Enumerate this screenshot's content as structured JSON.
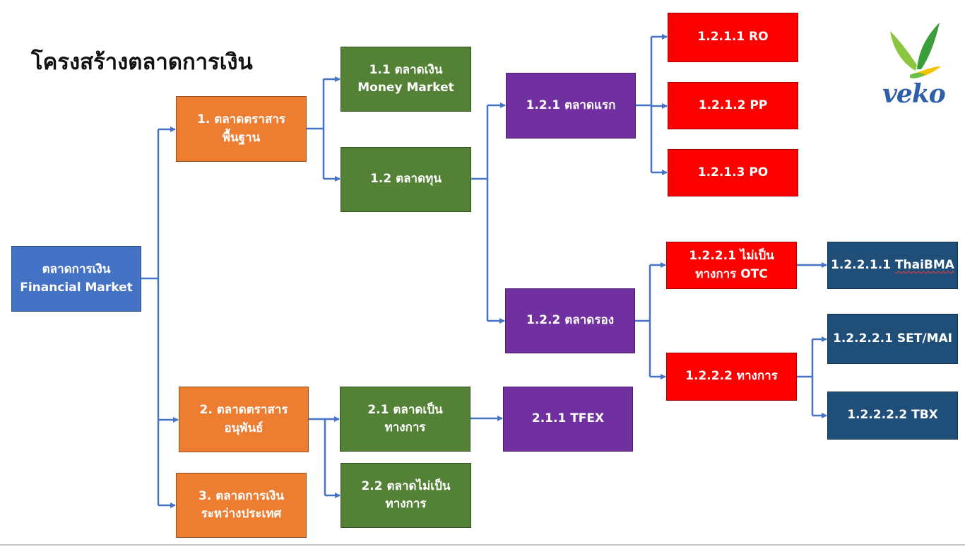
{
  "title": "โครงสร้างตลาดการเงิน",
  "logo_text": "veko",
  "colors": {
    "connector": "#4472C4",
    "orange": "#ED7D31",
    "green": "#538135",
    "purple": "#7030A0",
    "red": "#FF0000",
    "navy": "#1F4E79",
    "blue": "#4472C4"
  },
  "nodes": {
    "root": {
      "lines": [
        "ตลาดการเงิน",
        "Financial Market"
      ]
    },
    "n1": {
      "lines": [
        "1. ตลาดตราสาร",
        "พื้นฐาน"
      ]
    },
    "n2": {
      "lines": [
        "2. ตลาดตราสาร",
        "อนุพันธ์"
      ]
    },
    "n3": {
      "lines": [
        "3. ตลาดการเงิน",
        "ระหว่างประเทศ"
      ]
    },
    "n11": {
      "lines": [
        "1.1 ตลาดเงิน",
        "Money Market"
      ]
    },
    "n12": {
      "lines": [
        "1.2 ตลาดทุน"
      ]
    },
    "n21": {
      "lines": [
        "2.1 ตลาดเป็น",
        "ทางการ"
      ]
    },
    "n22": {
      "lines": [
        "2.2 ตลาดไม่เป็น",
        "ทางการ"
      ]
    },
    "n121": {
      "lines": [
        "1.2.1 ตลาดแรก"
      ]
    },
    "n122": {
      "lines": [
        "1.2.2 ตลาดรอง"
      ]
    },
    "n211": {
      "lines": [
        "2.1.1 TFEX"
      ]
    },
    "n1211": {
      "lines": [
        "1.2.1.1 RO"
      ]
    },
    "n1212": {
      "lines": [
        "1.2.1.2 PP"
      ]
    },
    "n1213": {
      "lines": [
        "1.2.1.3 PO"
      ]
    },
    "n1221": {
      "lines": [
        "1.2.2.1 ไม่เป็น",
        "ทางการ OTC"
      ]
    },
    "n1222": {
      "lines": [
        "1.2.2.2 ทางการ"
      ]
    },
    "n12211": {
      "prefix": "1.2.2.1.1 ",
      "underlined": "ThaiBMA"
    },
    "n12221": {
      "lines": [
        "1.2.2.2.1 SET/MAI"
      ]
    },
    "n12222": {
      "lines": [
        "1.2.2.2.2 TBX"
      ]
    }
  }
}
